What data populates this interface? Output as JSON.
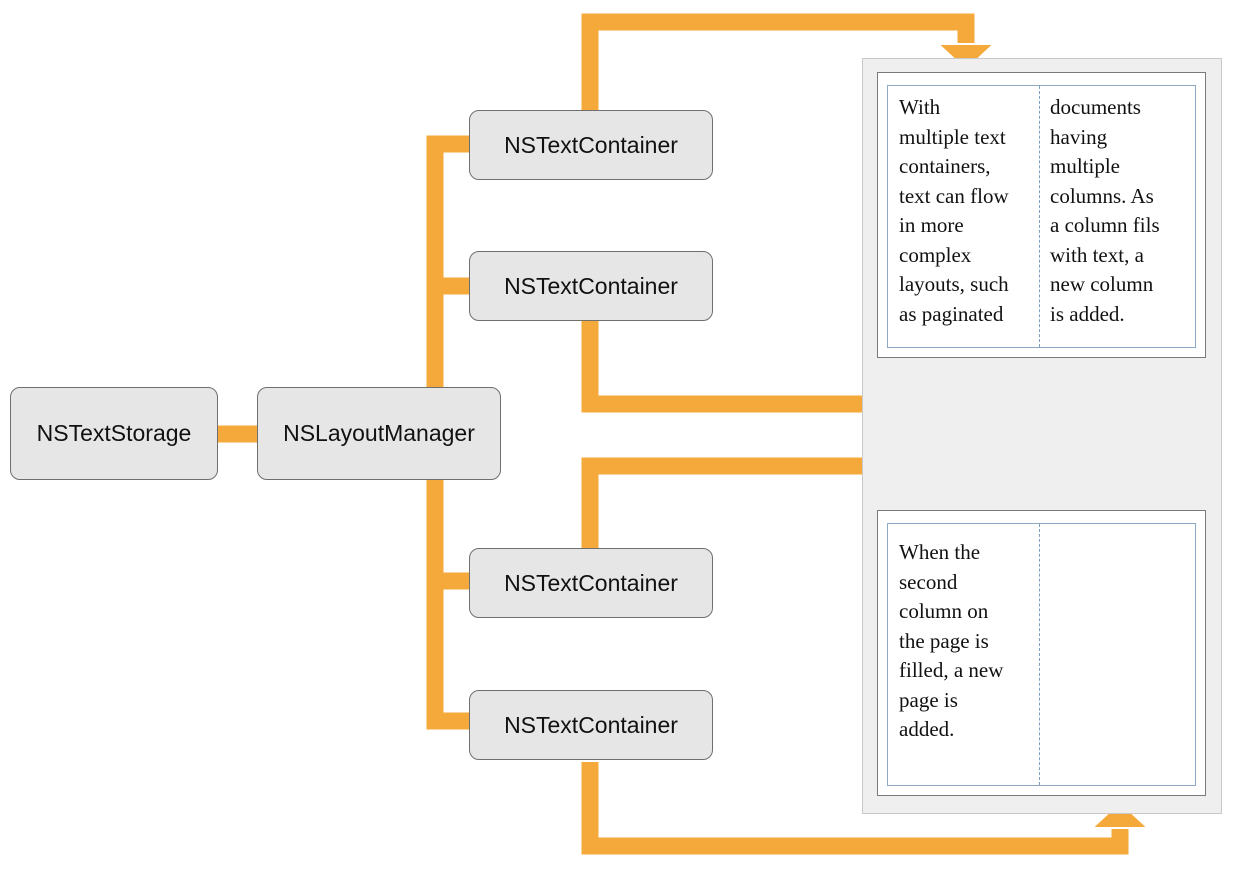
{
  "nodes": {
    "text_storage": "NSTextStorage",
    "layout_manager": "NSLayoutManager",
    "text_container_1": "NSTextContainer",
    "text_container_2": "NSTextContainer",
    "text_container_3": "NSTextContainer",
    "text_container_4": "NSTextContainer"
  },
  "pages": [
    {
      "columns": [
        [
          "With",
          "multiple text",
          "containers,",
          "text can flow",
          "in more",
          "complex",
          "layouts, such",
          "as paginated"
        ],
        [
          "documents",
          "having",
          "multiple",
          "columns. As",
          "a column fils",
          "with text, a",
          "new column",
          "is added."
        ]
      ]
    },
    {
      "columns": [
        [
          "When the",
          "second",
          "column on",
          "the page is",
          "filled, a new",
          "page is",
          "added."
        ],
        []
      ]
    }
  ],
  "colors": {
    "connector": "#f6a93b",
    "node_fill": "#e6e6e6",
    "column_frame": "#8ea9c4"
  }
}
